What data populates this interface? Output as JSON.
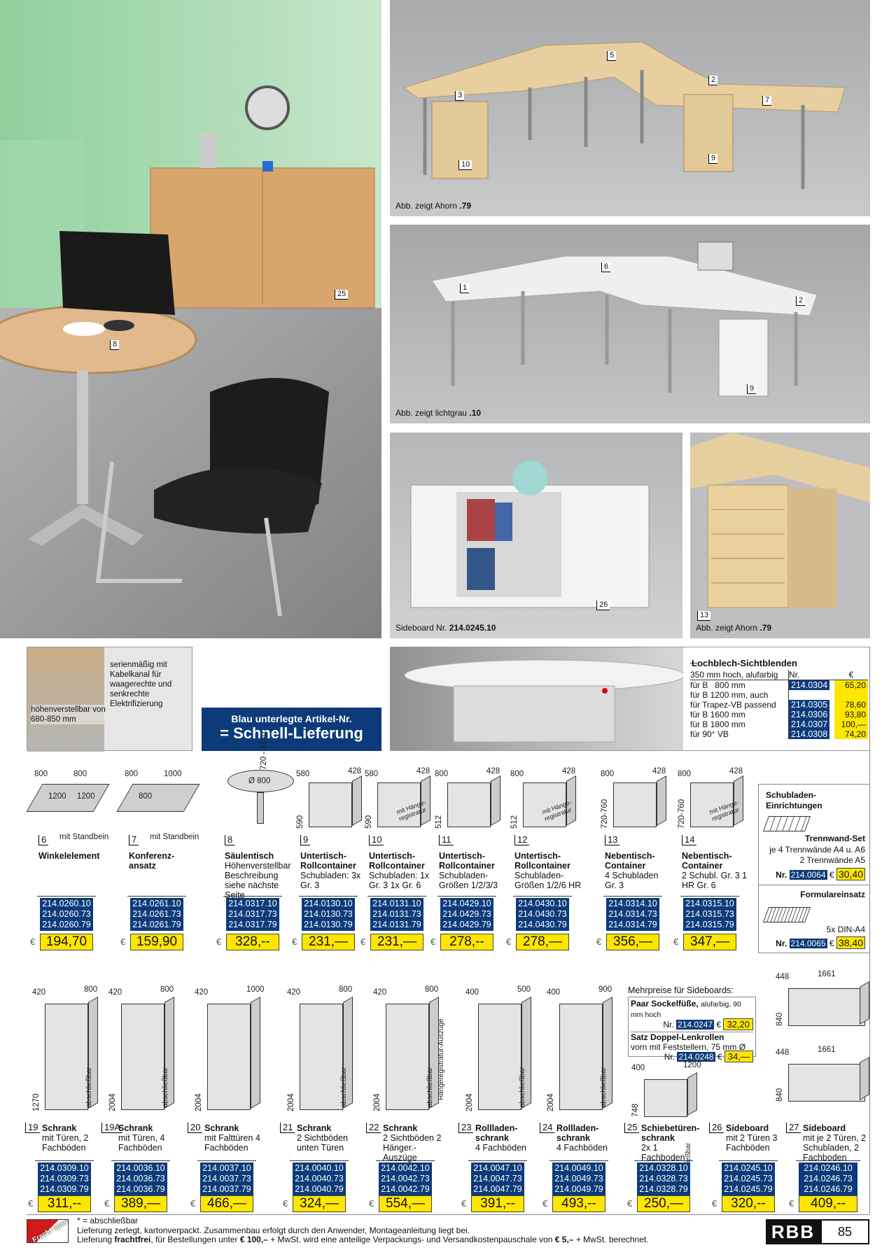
{
  "photos": {
    "left": {
      "tags": [
        "25",
        "8"
      ]
    },
    "top": {
      "caption": "Abb. zeigt Ahorn ",
      "caption_code": ".79",
      "tags": [
        "5",
        "2",
        "7",
        "3",
        "10",
        "9"
      ]
    },
    "mid": {
      "caption": "Abb. zeigt lichtgrau ",
      "caption_code": ".10",
      "tags": [
        "6",
        "1",
        "2",
        "9"
      ]
    },
    "sideboard": {
      "caption": "Sideboard Nr. ",
      "caption_code": "214.0245.10",
      "tags": [
        "26"
      ]
    },
    "container": {
      "caption": "Abb. zeigt Ahorn ",
      "caption_code": ".79",
      "tags": [
        "13"
      ]
    }
  },
  "detail": {
    "text": "serienmäßig mit Kabelkanal für waagerechte und senkrechte Elektrifizierung",
    "height_note": "höhenverstellbar von 680-850 mm"
  },
  "banner": {
    "line1": "Blau unterlegte Artikel-Nr.",
    "line2": "= Schnell-Lieferung"
  },
  "lochblech": {
    "title": "Lochblech-Sichtblenden",
    "subtitle": "350 mm hoch, alufarbig",
    "col_nr": "Nr.",
    "col_price": "€",
    "rows": [
      {
        "label": "für B   800 mm",
        "nr": "214.0304",
        "price": "65,20"
      },
      {
        "label": "für B 1200 mm, auch",
        "nr": "",
        "price": ""
      },
      {
        "label": "für Trapez-VB passend",
        "nr": "214.0305",
        "price": "78,60"
      },
      {
        "label": "für B 1600 mm",
        "nr": "214.0306",
        "price": "93,80"
      },
      {
        "label": "für B 1800 mm",
        "nr": "214.0307",
        "price": "100,—"
      },
      {
        "label": "für 90° VB",
        "nr": "214.0308",
        "price": "74,20"
      }
    ]
  },
  "row1": [
    {
      "num": "6",
      "name": "Winkelelement",
      "desc": "",
      "note": "mit Standbein",
      "dims": [
        "800",
        "800",
        "1200",
        "1200"
      ],
      "codes": [
        "214.0260.10",
        "214.0260.73",
        "214.0260.79"
      ],
      "price": "194,70"
    },
    {
      "num": "7",
      "name": "Konferenz-ansatz",
      "desc": "",
      "note": "mit Standbein",
      "dims": [
        "800",
        "1000",
        "800"
      ],
      "codes": [
        "214.0261.10",
        "214.0261.73",
        "214.0261.79"
      ],
      "price": "159,90"
    },
    {
      "num": "8",
      "name": "Säulentisch",
      "desc": "Höhenverstellbar Beschreibung siehe nächste Seite",
      "note": "",
      "dims": [
        "Ø 800",
        "720 - 1140"
      ],
      "codes": [
        "214.0317.10",
        "214.0317.73",
        "214.0317.79"
      ],
      "price": "328,--"
    },
    {
      "num": "9",
      "name": "Untertisch-Rollcontainer",
      "desc": "Schubladen: 3x Gr. 3",
      "note": "",
      "dims": [
        "580",
        "428",
        "590"
      ],
      "codes": [
        "214.0130.10",
        "214.0130.73",
        "214.0130.79"
      ],
      "price": "231,—"
    },
    {
      "num": "10",
      "name": "Untertisch-Rollcontainer",
      "desc": "Schubladen: 1x Gr. 3 1x Gr. 6",
      "note": "mit Hänge-registratur",
      "dims": [
        "580",
        "428",
        "590"
      ],
      "codes": [
        "214.0131.10",
        "214.0131.73",
        "214.0131.79"
      ],
      "price": "231,—"
    },
    {
      "num": "11",
      "name": "Untertisch-Rollcontainer",
      "desc": "Schubladen-Größen 1/2/3/3",
      "note": "",
      "dims": [
        "800",
        "428",
        "512"
      ],
      "codes": [
        "214.0429.10",
        "214.0429.73",
        "214.0429.79"
      ],
      "price": "278,--"
    },
    {
      "num": "12",
      "name": "Untertisch-Rollcontainer",
      "desc": "Schubladen-Größen 1/2/6 HR",
      "note": "mit Hänge-registratur",
      "dims": [
        "800",
        "428",
        "512"
      ],
      "codes": [
        "214.0430.10",
        "214.0430.73",
        "214.0430.79"
      ],
      "price": "278,—"
    },
    {
      "num": "13",
      "name": "Nebentisch-Container",
      "desc": "4 Schubladen Gr. 3",
      "note": "",
      "dims": [
        "800",
        "428",
        "720-760"
      ],
      "codes": [
        "214.0314.10",
        "214.0314.73",
        "214.0314.79"
      ],
      "price": "356,—"
    },
    {
      "num": "14",
      "name": "Nebentisch-Container",
      "desc": "2 Schubl. Gr. 3 1 HR Gr. 6",
      "note": "mit Hänge-registratur",
      "dims": [
        "800",
        "428",
        "720-760"
      ],
      "codes": [
        "214.0315.10",
        "214.0315.73",
        "214.0315.79"
      ],
      "price": "347,—"
    }
  ],
  "schubladen": {
    "title": "Schubladen-Einrichtungen",
    "set_title": "Trennwand-Set",
    "set_desc1": "je 4 Trennwände A4 u. A6",
    "set_desc2": "2 Trennwände A5",
    "set_nr_label": "Nr.",
    "set_nr": "214.0064",
    "set_price": "30,40",
    "form_title": "Formulareinsatz",
    "form_desc": "5x DIN-A4",
    "form_nr_label": "Nr.",
    "form_nr": "214.0065",
    "form_price": "38,40"
  },
  "mehrpreise": {
    "title": "Mehrpreise für Sideboards:",
    "item1_title": "Paar Sockelfüße,",
    "item1_desc": "alufarbig, 90 mm hoch",
    "item1_nr_label": "Nr.",
    "item1_nr": "214.0247",
    "item1_price": "32,20",
    "item2_title": "Satz Doppel-Lenkrollen",
    "item2_desc": "vorn mit Feststellern, 75 mm Ø",
    "item2_nr_label": "Nr.",
    "item2_nr": "214.0248",
    "item2_price": "34,—"
  },
  "row2": [
    {
      "num": "19",
      "name": "Schrank",
      "desc": "mit Türen, 2 Fachböden",
      "dims": [
        "420",
        "800",
        "1270"
      ],
      "note": "abschließbar",
      "codes": [
        "214.0309.10",
        "214.0309.73",
        "214.0309.79"
      ],
      "price": "311,--"
    },
    {
      "num": "19A",
      "name": "Schrank",
      "desc": "mit Türen, 4 Fachböden",
      "dims": [
        "420",
        "800",
        "2004"
      ],
      "note": "abschließbar",
      "codes": [
        "214.0036.10",
        "214.0036.73",
        "214.0036.79"
      ],
      "price": "389,—"
    },
    {
      "num": "20",
      "name": "Schrank",
      "desc": "mit Falttüren 4 Fachböden",
      "dims": [
        "420",
        "1000",
        "2004"
      ],
      "note": "",
      "codes": [
        "214.0037.10",
        "214.0037.73",
        "214.0037.79"
      ],
      "price": "466,—"
    },
    {
      "num": "21",
      "name": "Schrank",
      "desc": "2 Sichtböden unten Türen",
      "dims": [
        "420",
        "800",
        "2004"
      ],
      "note": "abschließbar",
      "codes": [
        "214.0040.10",
        "214.0040.73",
        "214.0040.79"
      ],
      "price": "324,—"
    },
    {
      "num": "22",
      "name": "Schrank",
      "desc": "2 Sichtböden 2 Hänger.-Auszüge",
      "dims": [
        "420",
        "800",
        "2004"
      ],
      "note": "abschließbar",
      "note2": "Hängeregistratur-Auszüge",
      "codes": [
        "214.0042.10",
        "214.0042.73",
        "214.0042.79"
      ],
      "price": "554,—"
    },
    {
      "num": "23",
      "name": "Rollladen-schrank",
      "desc": "4 Fachböden",
      "dims": [
        "400",
        "500",
        "2004"
      ],
      "note": "abschließbar",
      "codes": [
        "214.0047.10",
        "214.0047.73",
        "214.0047.79"
      ],
      "price": "391,--"
    },
    {
      "num": "24",
      "name": "Rollladen-schrank",
      "desc": "4 Fachböden",
      "dims": [
        "400",
        "900",
        "2004"
      ],
      "note": "abschließbar",
      "codes": [
        "214.0049.10",
        "214.0049.73",
        "214.0049.79"
      ],
      "price": "493,--"
    },
    {
      "num": "25",
      "name": "Schiebetüren-schrank",
      "desc": "2x 1 Fachboden",
      "dims": [
        "400",
        "1200",
        "748"
      ],
      "note": "abschließbar",
      "codes": [
        "214.0328.10",
        "214.0328.73",
        "214.0328.79"
      ],
      "price": "250,—"
    },
    {
      "num": "26",
      "name": "Sideboard",
      "desc": "mit 2 Türen 3 Fachböden",
      "dims": [
        "448",
        "1661",
        "840"
      ],
      "note": "",
      "codes": [
        "214.0245.10",
        "214.0245.73",
        "214.0245.79"
      ],
      "price": "320,--"
    },
    {
      "num": "27",
      "name": "Sideboard",
      "desc": "mit je 2 Türen, 2 Schubladen, 2 Fachboden",
      "dims": [
        "448",
        "1661",
        "840"
      ],
      "note": "",
      "codes": [
        "214.0246.10",
        "214.0246.73",
        "214.0246.79"
      ],
      "price": "409,--"
    }
  ],
  "footer": {
    "badge": "Fracht sparen",
    "note": "* = abschließbar",
    "line1": "Lieferung zerlegt, kartonverpackt. Zusammenbau erfolgt durch den Anwender, Montageanleitung liegt bei.",
    "line2a": "Lieferung ",
    "line2b": "frachtfrei",
    "line2c": ", für Bestellungen unter ",
    "line2d": "€ 100,–",
    "line2e": " + MwSt. wird eine anteilige Verpackungs- und Versandkostenpauschale von ",
    "line2f": "€ 5,–",
    "line2g": " + MwSt. berechnet.",
    "logo": "RBB",
    "page": "85"
  },
  "currency": "€",
  "colors": {
    "blue": "#0d3b7a",
    "yellow": "#ffe600"
  }
}
